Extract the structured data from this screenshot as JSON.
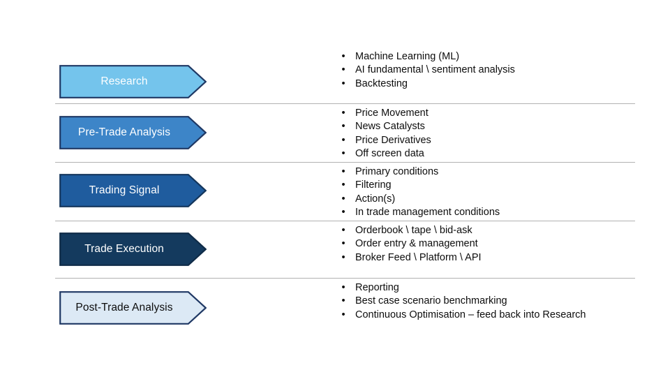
{
  "slide": {
    "background": "#ffffff",
    "divider_color": "#b2b2b2"
  },
  "stages": [
    {
      "label": "Research",
      "fill": "#74c4ec",
      "border": "#1f3864",
      "text_color": "#ffffff",
      "bullets": [
        "Machine Learning (ML)",
        "AI fundamental \\ sentiment analysis",
        "Backtesting"
      ]
    },
    {
      "label": "Pre-Trade Analysis",
      "fill": "#3d85c8",
      "border": "#1f3864",
      "text_color": "#ffffff",
      "bullets": [
        "Price Movement",
        "News Catalysts",
        "Price Derivatives",
        "Off screen data"
      ]
    },
    {
      "label": "Trading Signal",
      "fill": "#1f5c9e",
      "border": "#14365c",
      "text_color": "#ffffff",
      "bullets": [
        "Primary conditions",
        "Filtering",
        "Action(s)",
        "In trade management conditions"
      ]
    },
    {
      "label": "Trade Execution",
      "fill": "#143a5e",
      "border": "#0f2b47",
      "text_color": "#ffffff",
      "bullets": [
        "Orderbook \\ tape \\ bid-ask",
        "Order entry & management",
        "Broker Feed \\ Platform \\ API"
      ]
    },
    {
      "label": "Post-Trade Analysis",
      "fill": "#dce9f5",
      "border": "#1f3864",
      "text_color": "#0d0d0d",
      "bullets": [
        "Reporting",
        "Best case scenario benchmarking",
        "Continuous Optimisation – feed back into Research"
      ]
    }
  ],
  "bullet_marker": "•"
}
